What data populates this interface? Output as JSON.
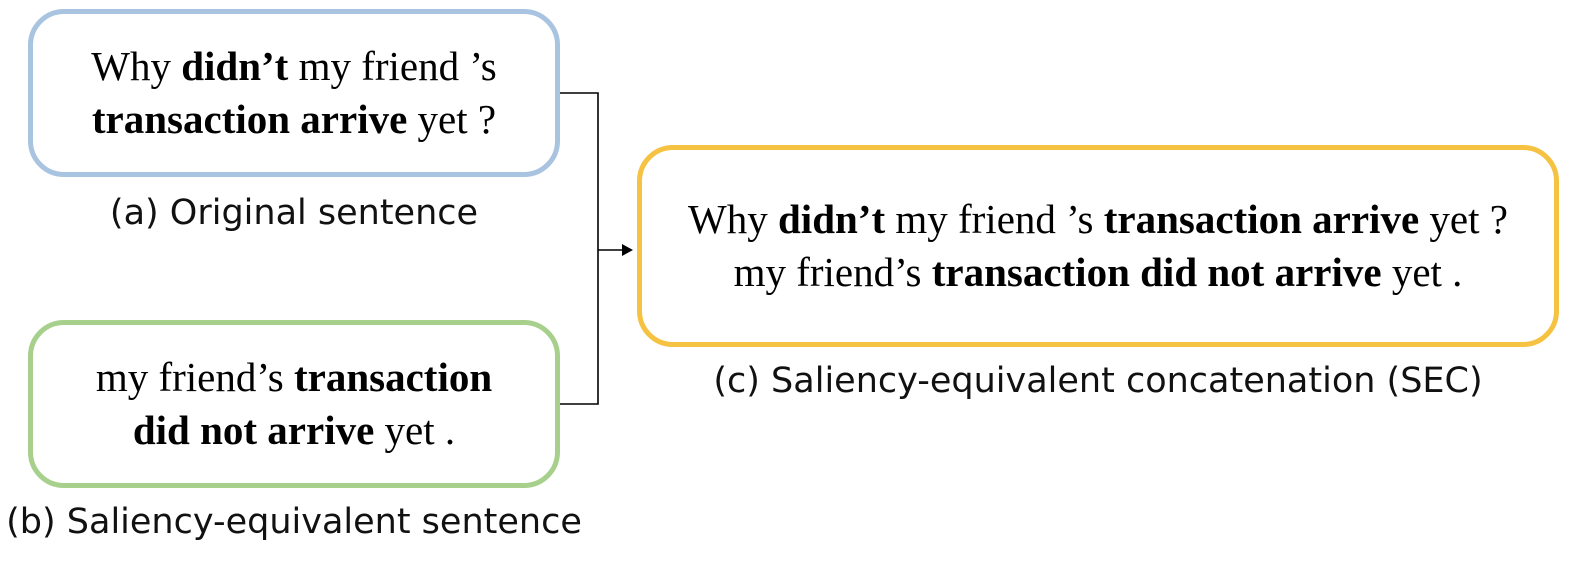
{
  "boxes": {
    "original": {
      "segments": [
        {
          "text": "Why ",
          "bold": false
        },
        {
          "text": "didn’t",
          "bold": true
        },
        {
          "text": " my friend ’s ",
          "bold": false
        },
        {
          "text": "transaction arrive",
          "bold": true
        },
        {
          "text": " yet ?",
          "bold": false
        }
      ],
      "border_color": "#a9c4e0"
    },
    "saliency_equivalent": {
      "segments": [
        {
          "text": "my friend’s ",
          "bold": false
        },
        {
          "text": "transaction",
          "bold": true
        },
        {
          "text": " ",
          "bold": false
        },
        {
          "text": "did not arrive",
          "bold": true
        },
        {
          "text": " yet .",
          "bold": false
        }
      ],
      "border_color": "#a8d08d"
    },
    "concatenation": {
      "lines": [
        [
          {
            "text": "Why ",
            "bold": false
          },
          {
            "text": "didn’t",
            "bold": true
          },
          {
            "text": " my friend ’s ",
            "bold": false
          },
          {
            "text": "transaction arrive",
            "bold": true
          },
          {
            "text": " yet ?",
            "bold": false
          }
        ],
        [
          {
            "text": "my friend’s ",
            "bold": false
          },
          {
            "text": "transaction did not arrive",
            "bold": true
          },
          {
            "text": " yet .",
            "bold": false
          }
        ]
      ],
      "border_color": "#f5c242"
    }
  },
  "captions": {
    "original": "(a) Original sentence",
    "saliency_equivalent": "(b) Saliency-equivalent sentence",
    "concatenation": "(c) Saliency-equivalent concatenation (SEC)"
  },
  "connector_color": "#000000"
}
